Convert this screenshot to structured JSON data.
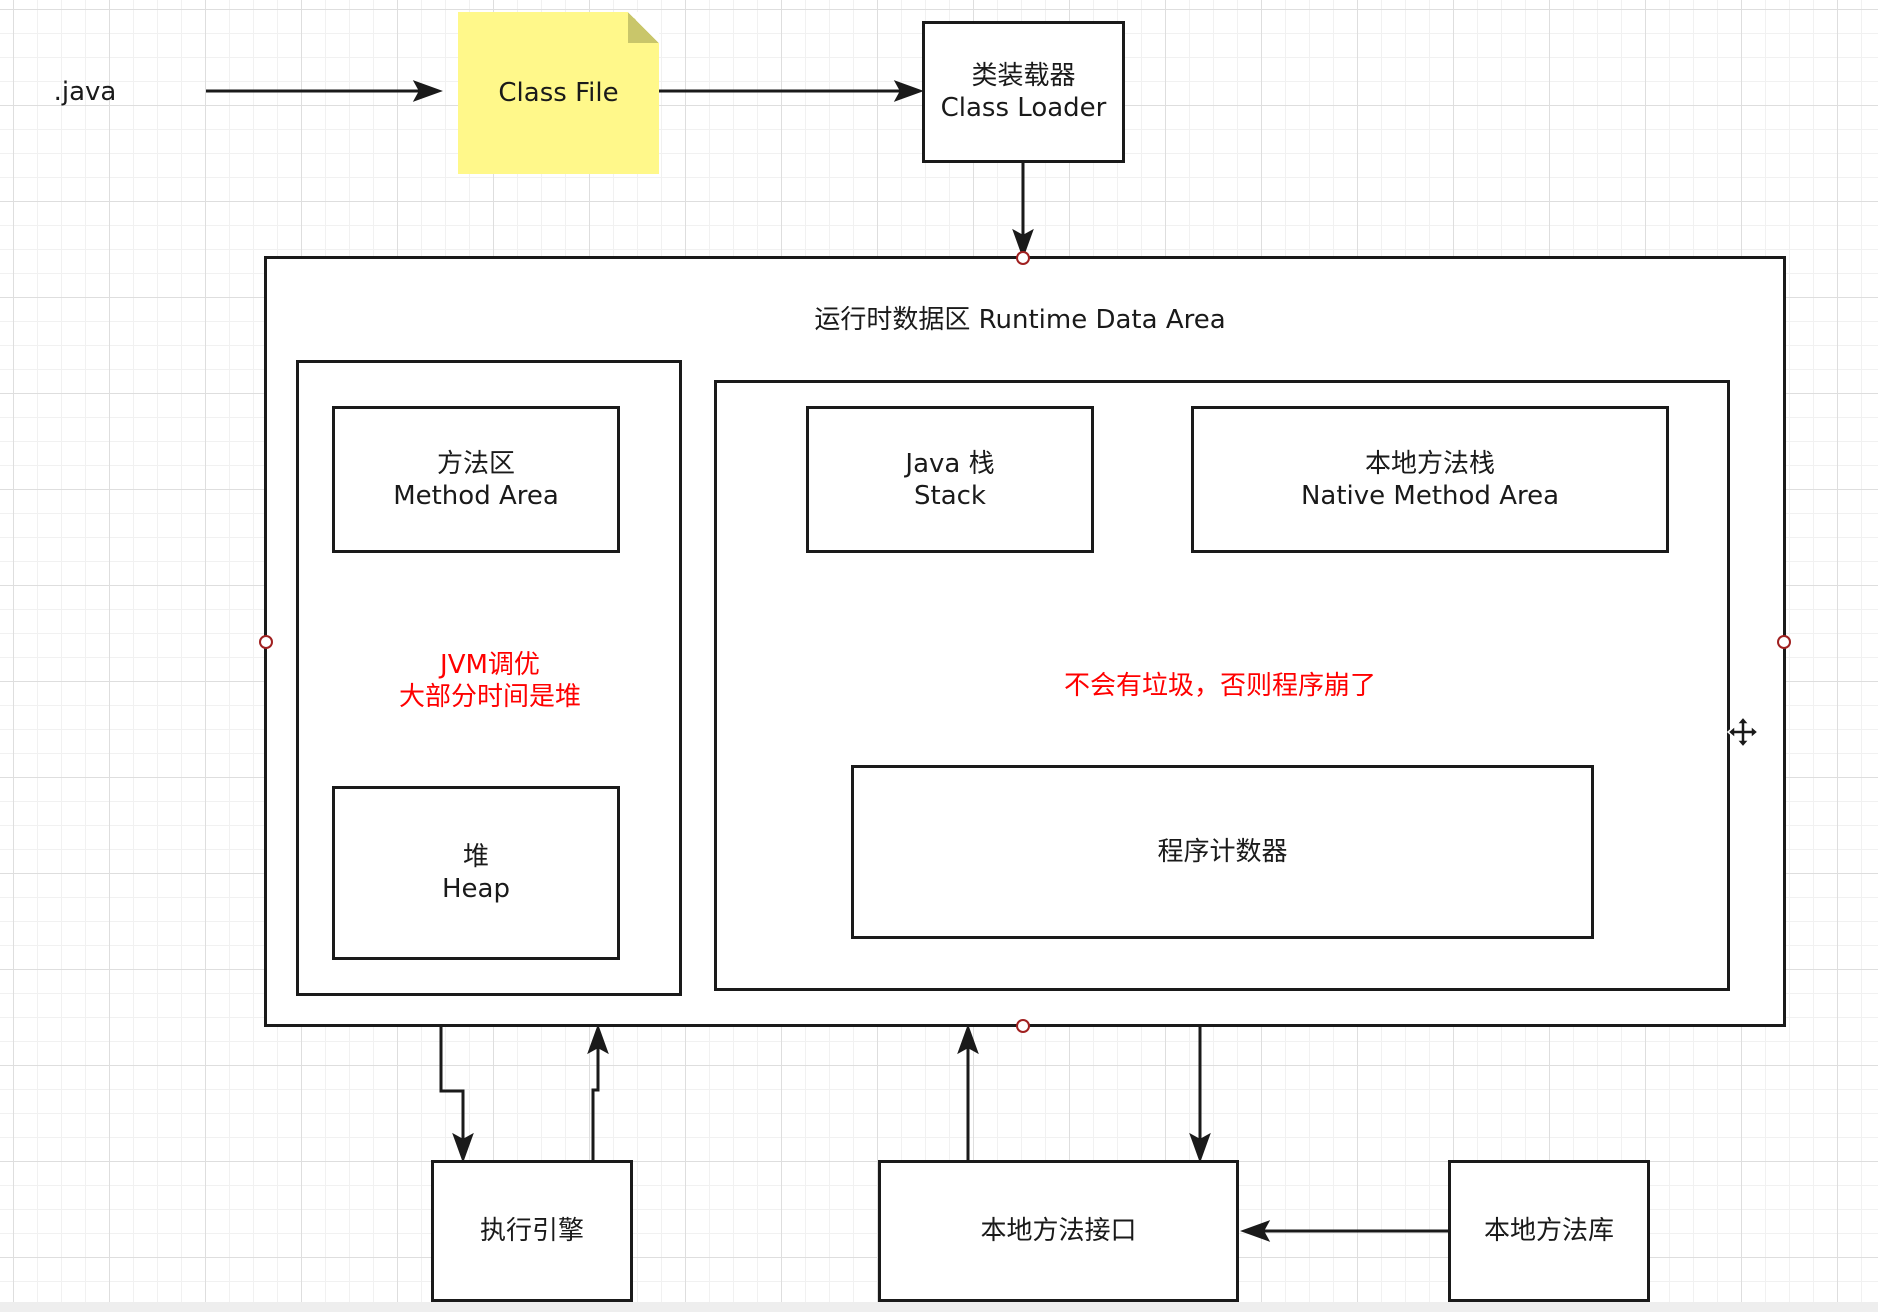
{
  "source": {
    "label": ".java"
  },
  "class_file": {
    "label": "Class File",
    "color": "#fff88a"
  },
  "class_loader": {
    "line1": "类装载器",
    "line2": "Class Loader"
  },
  "runtime": {
    "title": "运行时数据区 Runtime Data Area",
    "method_area": {
      "line1": "方法区",
      "line2": "Method Area"
    },
    "jvm_note": {
      "line1": "JVM调优",
      "line2": "大部分时间是堆",
      "color": "#ff0000"
    },
    "heap": {
      "line1": "堆",
      "line2": "Heap"
    },
    "java_stack": {
      "line1": "Java 栈",
      "line2": "Stack"
    },
    "native_stack": {
      "line1": "本地方法栈",
      "line2": "Native Method Area"
    },
    "garbage_note": {
      "text": "不会有垃圾，否则程序崩了",
      "color": "#ff0000"
    },
    "program_counter": {
      "label": "程序计数器"
    }
  },
  "execution_engine": {
    "label": "执行引擎"
  },
  "native_interface": {
    "label": "本地方法接口"
  },
  "native_library": {
    "label": "本地方法库"
  }
}
